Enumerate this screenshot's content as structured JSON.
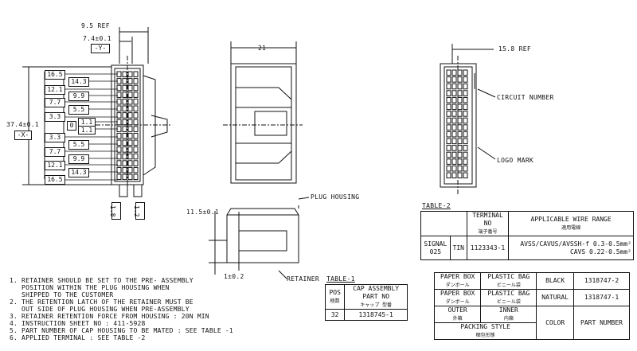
{
  "dims": {
    "ref_9_5": "9.5 REF",
    "ref_7_4": "7.4±0.1",
    "datum_y": "-Y-",
    "width_21": "21",
    "ref_15_8": "15.8 REF",
    "height_37_4": "37.4±0.1",
    "datum_x": "-X-",
    "left_stack": [
      "16.5",
      "12.1",
      "7.7",
      "3.3",
      "3.3",
      "7.7",
      "12.1",
      "16.5"
    ],
    "inner_stack": [
      "14.3",
      "9.9",
      "5.5",
      "1.1",
      "1.1",
      "5.5",
      "9.9",
      "14.3"
    ],
    "zero": "0",
    "bottom_left_a": "1.8",
    "bottom_left_b": "1.2",
    "side_11_5": "11.5±0.1",
    "side_1_0": "1±0.2"
  },
  "callouts": {
    "plug_housing": "PLUG HOUSING",
    "retainer": "RETAINER",
    "circuit_number": "CIRCUIT NUMBER",
    "logo_mark": "LOGO MARK"
  },
  "table2": {
    "title": "TABLE-2",
    "h_terminal": "TERMINAL",
    "h_no": "NO",
    "h_no_jp": "端子番号",
    "h_wire": "APPLICABLE WIRE RANGE",
    "h_wire_jp": "適用電線",
    "signal": "SIGNAL",
    "signal_size": "025",
    "plating": "TIN",
    "terminal_no": "1123343-1",
    "wire_1": "AVSS/CAVUS/AVSSH-f 0.3-0.5mm²",
    "wire_2": "CAVS 0.22-0.5mm²"
  },
  "table1": {
    "title": "TABLE-1",
    "h_pos": "POS",
    "h_pos_jp": "極数",
    "h_cap": "CAP ASSEMBLY",
    "h_part": "PART NO",
    "h_cap_jp": "キャップ 型番",
    "pos": "32",
    "part": "1318745-1"
  },
  "table3": {
    "rows": [
      {
        "outer": "PAPER BOX",
        "outer_jp": "ダンボール",
        "inner": "PLASTIC BAG",
        "inner_jp": "ビニール袋",
        "color": "BLACK",
        "part": "1318747-2"
      },
      {
        "outer": "PAPER BOX",
        "outer_jp": "ダンボール",
        "inner": "PLASTIC BAG",
        "inner_jp": "ビニール袋",
        "color": "NATURAL",
        "part": "1318747-1"
      }
    ],
    "h_outer": "OUTER",
    "h_outer_jp": "外箱",
    "h_inner": "INNER",
    "h_inner_jp": "内箱",
    "h_color": "COLOR",
    "h_partno": "PART NUMBER",
    "h_packing": "PACKING STYLE",
    "h_packing_jp": "梱包形態"
  },
  "notes": [
    "1. RETAINER SHOULD BE SET TO THE PRE- ASSEMBLY",
    "   POSITION WITHIN THE PLUG HOUSING WHEN",
    "   SHIPPED TO THE CUSTOMER",
    "2. THE RETENTION LATCH OF THE RETAINER MUST BE",
    "   OUT SIDE OF PLUG HOUSING WHEN PRE-ASSEMBLY",
    "3. RETAINER RETENTION FORCE FROM HOUSING : 20N MIN",
    "4. INSTRUCTION SHEET NO : 411-5928",
    "5. PART NUMBER OF CAP HOUSING TO BE MATED : SEE TABLE -1",
    "6. APPLIED TERMINAL : SEE TABLE -2"
  ]
}
